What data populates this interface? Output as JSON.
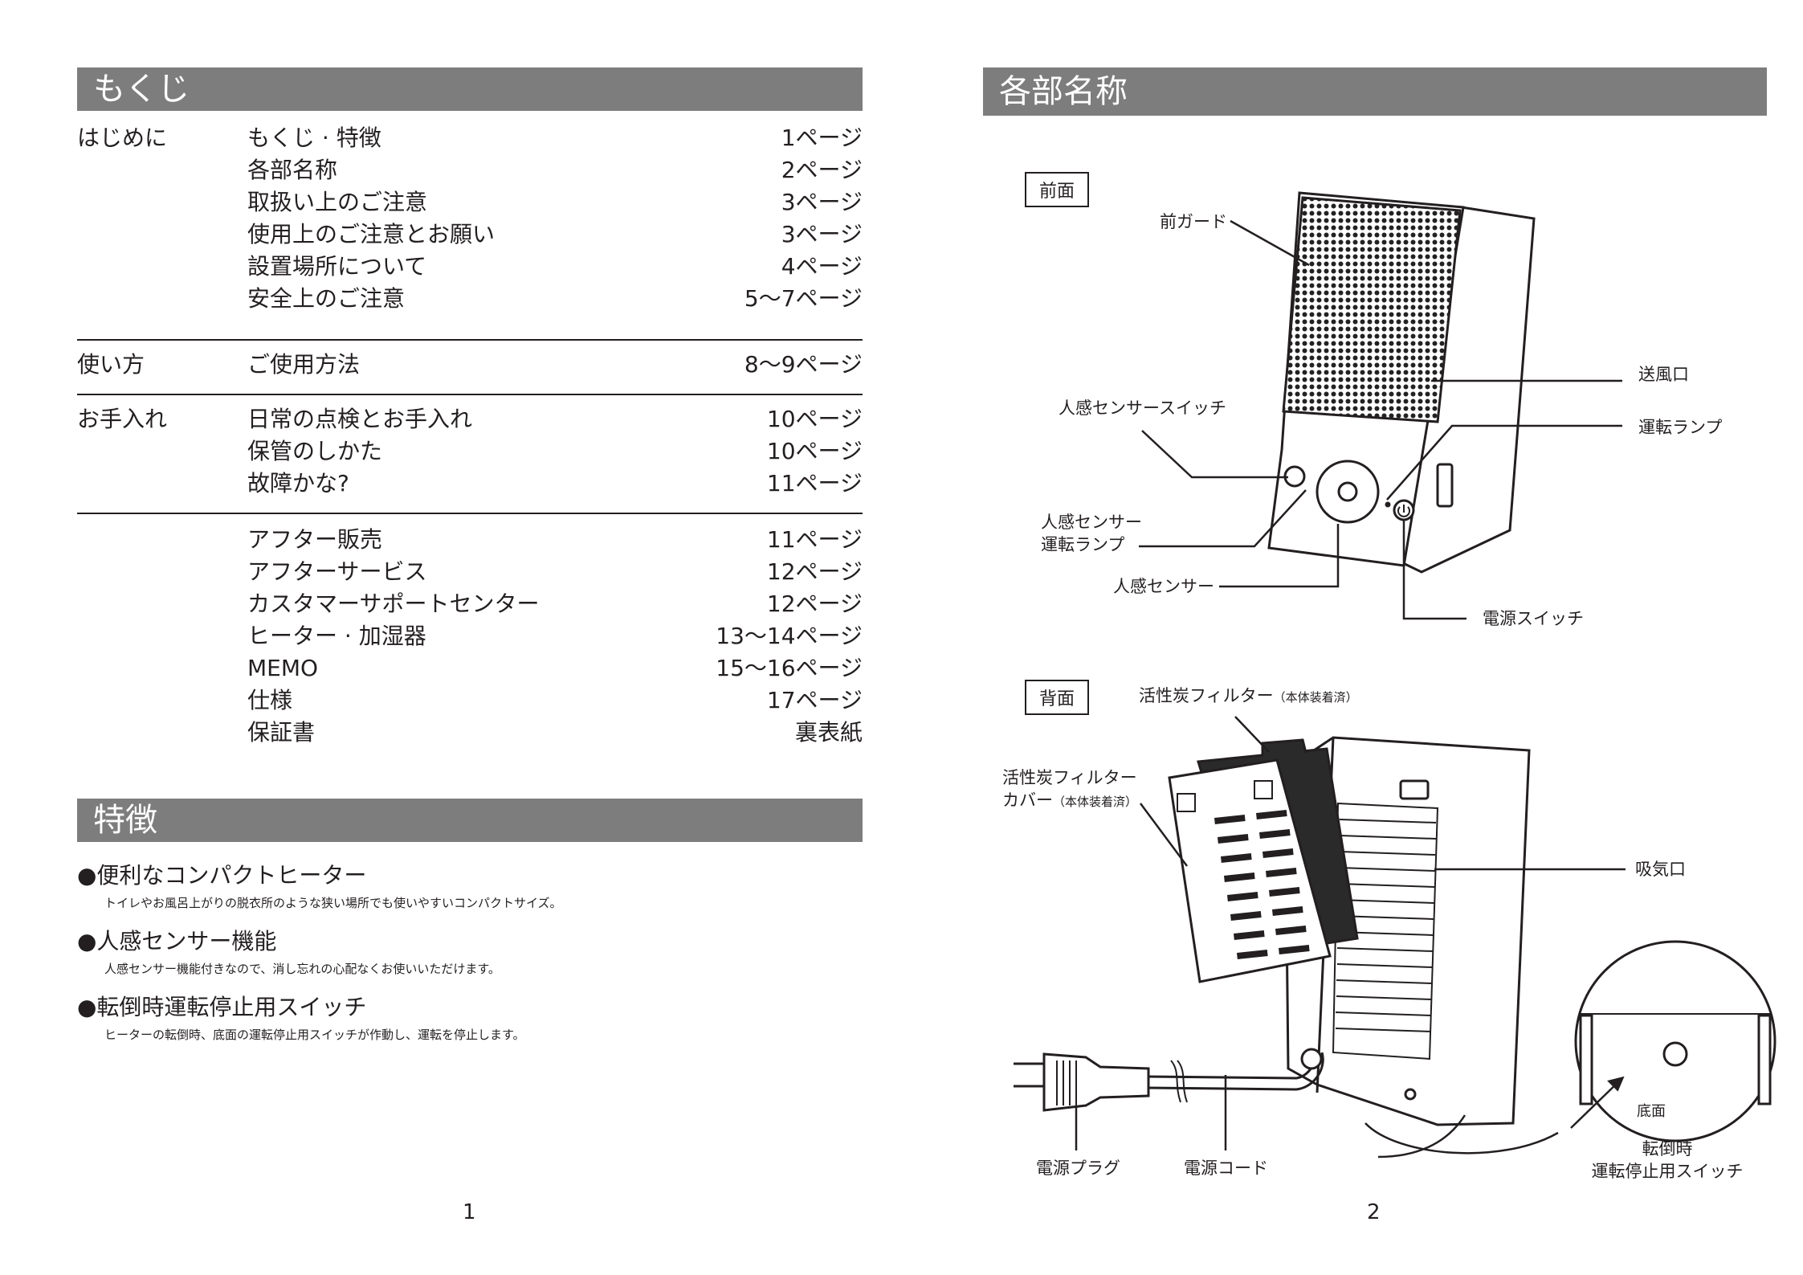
{
  "left_page": {
    "toc_header": "もくじ",
    "toc": [
      {
        "category": "はじめに",
        "title": "もくじ · 特徴",
        "page": "1ページ"
      },
      {
        "category": "",
        "title": "各部名称",
        "page": "2ページ"
      },
      {
        "category": "",
        "title": "取扱い上のご注意",
        "page": "3ページ"
      },
      {
        "category": "",
        "title": "使用上のご注意とお願い",
        "page": "3ページ"
      },
      {
        "category": "",
        "title": "設置場所について",
        "page": "4ページ"
      },
      {
        "category": "",
        "title": "安全上のご注意",
        "page": "5〜7ページ"
      },
      {
        "category": "使い方",
        "title": "ご使用方法",
        "page": "8〜9ページ"
      },
      {
        "category": "お手入れ",
        "title": "日常の点検とお手入れ",
        "page": "10ページ"
      },
      {
        "category": "",
        "title": "保管のしかた",
        "page": "10ページ"
      },
      {
        "category": "",
        "title": "故障かな?",
        "page": "11ページ"
      },
      {
        "category": "",
        "title": "アフター販売",
        "page": "11ページ"
      },
      {
        "category": "",
        "title": "アフターサービス",
        "page": "12ページ"
      },
      {
        "category": "",
        "title": "カスタマーサポートセンター",
        "page": "12ページ"
      },
      {
        "category": "",
        "title": "ヒーター · 加湿器",
        "page": "13〜14ページ"
      },
      {
        "category": "",
        "title": "MEMO",
        "page": "15〜16ページ"
      },
      {
        "category": "",
        "title": "仕様",
        "page": "17ページ"
      },
      {
        "category": "",
        "title": "保証書",
        "page": "裏表紙"
      }
    ],
    "features_header": "特徴",
    "features": [
      {
        "heading": "●便利なコンパクトヒーター",
        "description": "トイレやお風呂上がりの脱衣所のような狭い場所でも使いやすいコンパクトサイズ。"
      },
      {
        "heading": "●人感センサー機能",
        "description": "人感センサー機能付きなので、消し忘れの心配なくお使いいただけます。"
      },
      {
        "heading": "●転倒時運転停止用スイッチ",
        "description": "ヒーターの転倒時、底面の運転停止用スイッチが作動し、運転を停止します。"
      }
    ],
    "page_number": "1"
  },
  "right_page": {
    "header": "各部名称",
    "front": {
      "box_label": "前面",
      "labels": {
        "front_guard": "前ガード",
        "air_outlet": "送風口",
        "sensor_switch": "人感センサースイッチ",
        "run_lamp": "運転ランプ",
        "sensor_lamp_line1": "人感センサー",
        "sensor_lamp_line2": "運転ランプ",
        "sensor": "人感センサー",
        "power_switch": "電源スイッチ"
      }
    },
    "back": {
      "box_label": "背面",
      "labels": {
        "filter": "活性炭フィルター",
        "filter_note": "（本体装着済）",
        "filter_cover_line1": "活性炭フィルター",
        "filter_cover_line2": "カバー",
        "filter_cover_note": "（本体装着済）",
        "air_intake": "吸気口",
        "bottom": "底面",
        "tip_switch_line1": "転倒時",
        "tip_switch_line2": "運転停止用スイッチ",
        "power_plug": "電源プラグ",
        "power_cord": "電源コード"
      }
    },
    "page_number": "2"
  }
}
